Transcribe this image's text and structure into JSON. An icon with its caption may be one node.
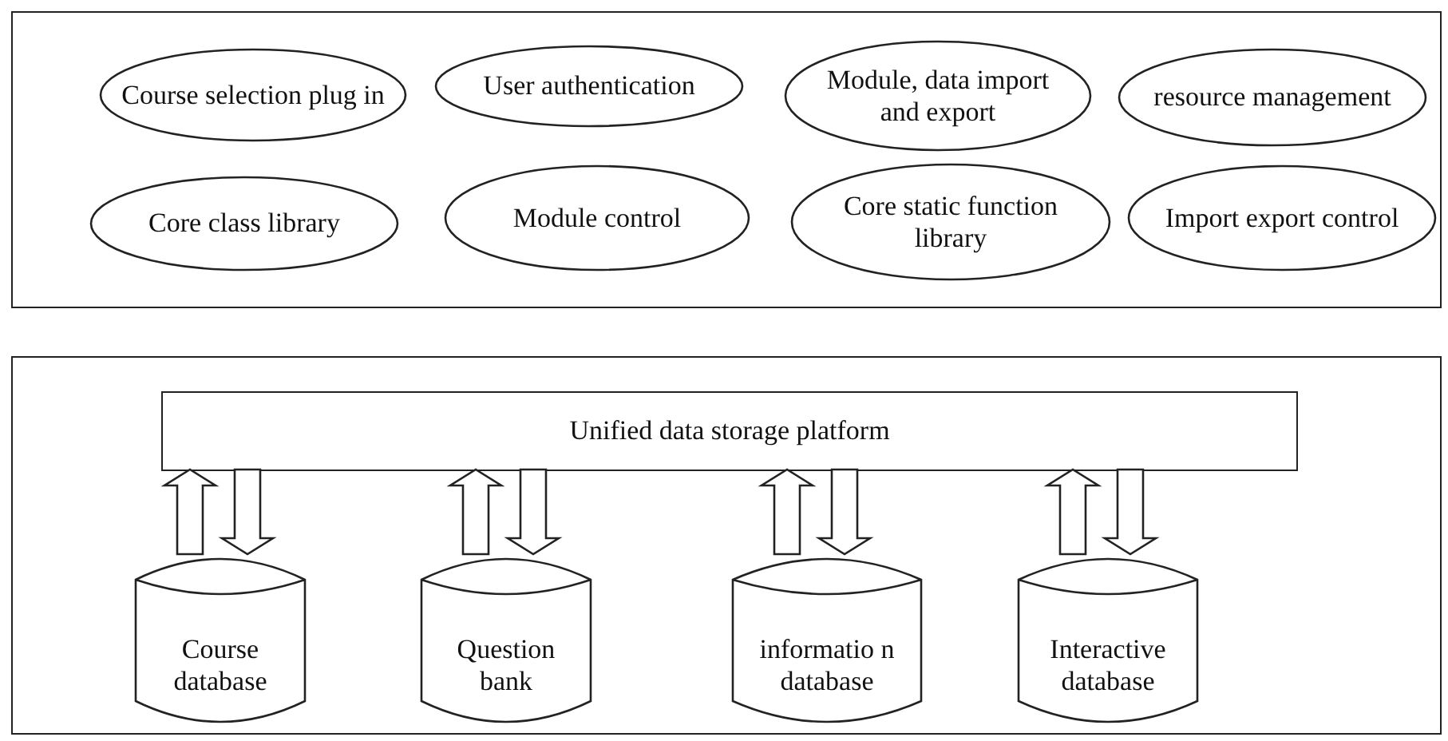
{
  "diagram": {
    "nodes": [
      {
        "text": [],
        "shape": "box"
      },
      {
        "text": [
          "Course selection plug in"
        ],
        "in": 0
      },
      {
        "text": [
          "User authentication"
        ],
        "in": 0
      },
      {
        "text": [
          "Module, data import and export"
        ],
        "in": 0
      },
      {
        "text": [
          "resource management"
        ],
        "in": 0
      },
      {
        "text": [
          "Core class library"
        ],
        "in": 0
      },
      {
        "text": [
          "Module control"
        ],
        "in": 0
      },
      {
        "text": [
          "Core static function library"
        ],
        "in": 0
      },
      {
        "text": [
          "Import export control"
        ],
        "in": 0
      },
      {
        "text": [],
        "shape": "box"
      },
      {
        "text": [
          "Unified data storage platform"
        ],
        "in": 9
      },
      {
        "text": [
          "Course database"
        ],
        "in": 9
      },
      {
        "text": [
          "Question bank"
        ],
        "in": 9
      },
      {
        "text": [
          "informatio n database"
        ],
        "in": 9
      },
      {
        "text": [
          "Interactive database"
        ],
        "in": 9
      }
    ],
    "edges": [
      {
        "from": 11,
        "to": 10,
        "arrow": "to",
        "style": "thick"
      },
      {
        "from": 10,
        "to": 11,
        "arrow": "to",
        "style": "thick"
      },
      {
        "from": 12,
        "to": 10,
        "arrow": "to",
        "style": "thick"
      },
      {
        "from": 10,
        "to": 12,
        "arrow": "to",
        "style": "thick"
      },
      {
        "from": 13,
        "to": 10,
        "arrow": "to",
        "style": "thick"
      },
      {
        "from": 10,
        "to": 13,
        "arrow": "to",
        "style": "thick"
      },
      {
        "from": 14,
        "to": 10,
        "arrow": "to",
        "style": "thick"
      },
      {
        "from": 10,
        "to": 14,
        "arrow": "to",
        "style": "thick"
      }
    ]
  }
}
